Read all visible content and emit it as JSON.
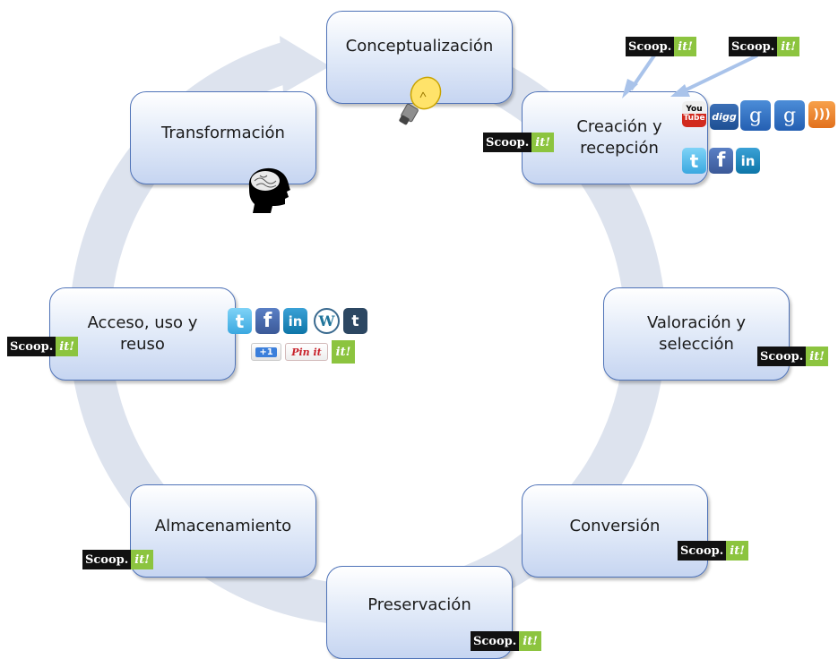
{
  "nodes": {
    "conceptualizacion": "Conceptualización",
    "creacion": "Creación y\nrecepción",
    "valoracion": "Valoración y\nselección",
    "conversion": "Conversión",
    "preservacion": "Preservación",
    "almacenamiento": "Almacenamiento",
    "acceso": "Acceso, uso y\nreuso",
    "transformacion": "Transformación"
  },
  "scoopit": {
    "word": "Scoop.",
    "it": "it!"
  },
  "icons": {
    "youtube_top": "You",
    "youtube_bottom": "Tube",
    "digg": "digg",
    "google": "g",
    "plus_one": "+1",
    "pinit": "Pin it",
    "icon_names": [
      "lightbulb-icon",
      "brain-head-icon",
      "youtube-icon",
      "digg-icon",
      "google-icon",
      "rss-icon",
      "twitter-icon",
      "facebook-icon",
      "linkedin-icon",
      "wordpress-icon",
      "tumblr-icon",
      "google-plus-one-icon",
      "pinterest-pinit-icon",
      "scoopit-icon"
    ]
  },
  "colors": {
    "ring": "#dde3ee",
    "node_border": "#4f73b8",
    "node_fill_bottom": "#c6d5f1",
    "scoopit_green": "#8cc43f",
    "arrow": "#a9c3ea"
  }
}
